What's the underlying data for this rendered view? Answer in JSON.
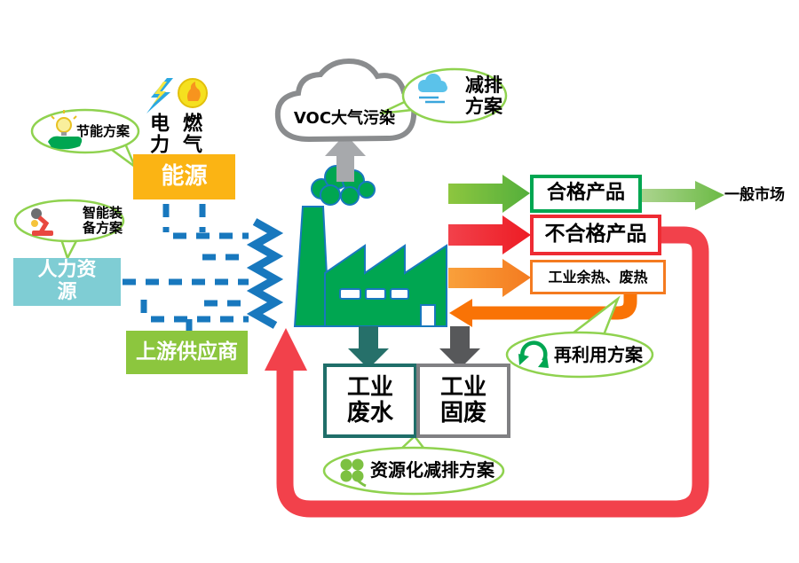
{
  "title": "factory-input-output-emission-diagram",
  "colors": {
    "energy_box": "#FBB414",
    "hr_box": "#7FCDD4",
    "supplier_box": "#8CC63E",
    "factory_green": "#00A651",
    "dash_blue": "#1878BE",
    "bubble_green": "#8FD24F",
    "red": "#F2414B",
    "red_border": "#EE2B33",
    "orange_arrow": "#F7941E",
    "orange_pipe": "#F97306",
    "orange_border": "#F47B20",
    "teal": "#26706A",
    "dark_gray": "#57585A",
    "mid_gray": "#808083",
    "cloud_gray": "#8A8C8E",
    "light_gray_arrow": "#A7A9AC"
  },
  "inputs": {
    "electricity_label": "电力",
    "gas_label": "燃气",
    "energy_label": "能源",
    "hr_label": "人力资\n源",
    "supplier_label": "上游供应商"
  },
  "emission": {
    "voc_cloud_label": "VOC大气污染"
  },
  "outputs": {
    "qualified_label": "合格产品",
    "unqualified_label": "不合格产品",
    "waste_heat_label": "工业余热、废热",
    "market_label": "一般市场",
    "wastewater_label": "工业\n废水",
    "solid_waste_label": "工业\n固废"
  },
  "bubbles": {
    "energy_saving": {
      "label": "节能方案",
      "icon": "bulb-hand-icon"
    },
    "smart_equipment": {
      "label": "智能装\n备方案",
      "icon": "robot-arm-icon"
    },
    "emission_reduction": {
      "label": "减排\n方案",
      "icon": "cloud-wind-icon"
    },
    "reuse": {
      "label": "再利用方案",
      "icon": "recycle-icon"
    },
    "resource_reduction": {
      "label": "资源化减排方案",
      "icon": "clover-icon"
    }
  }
}
